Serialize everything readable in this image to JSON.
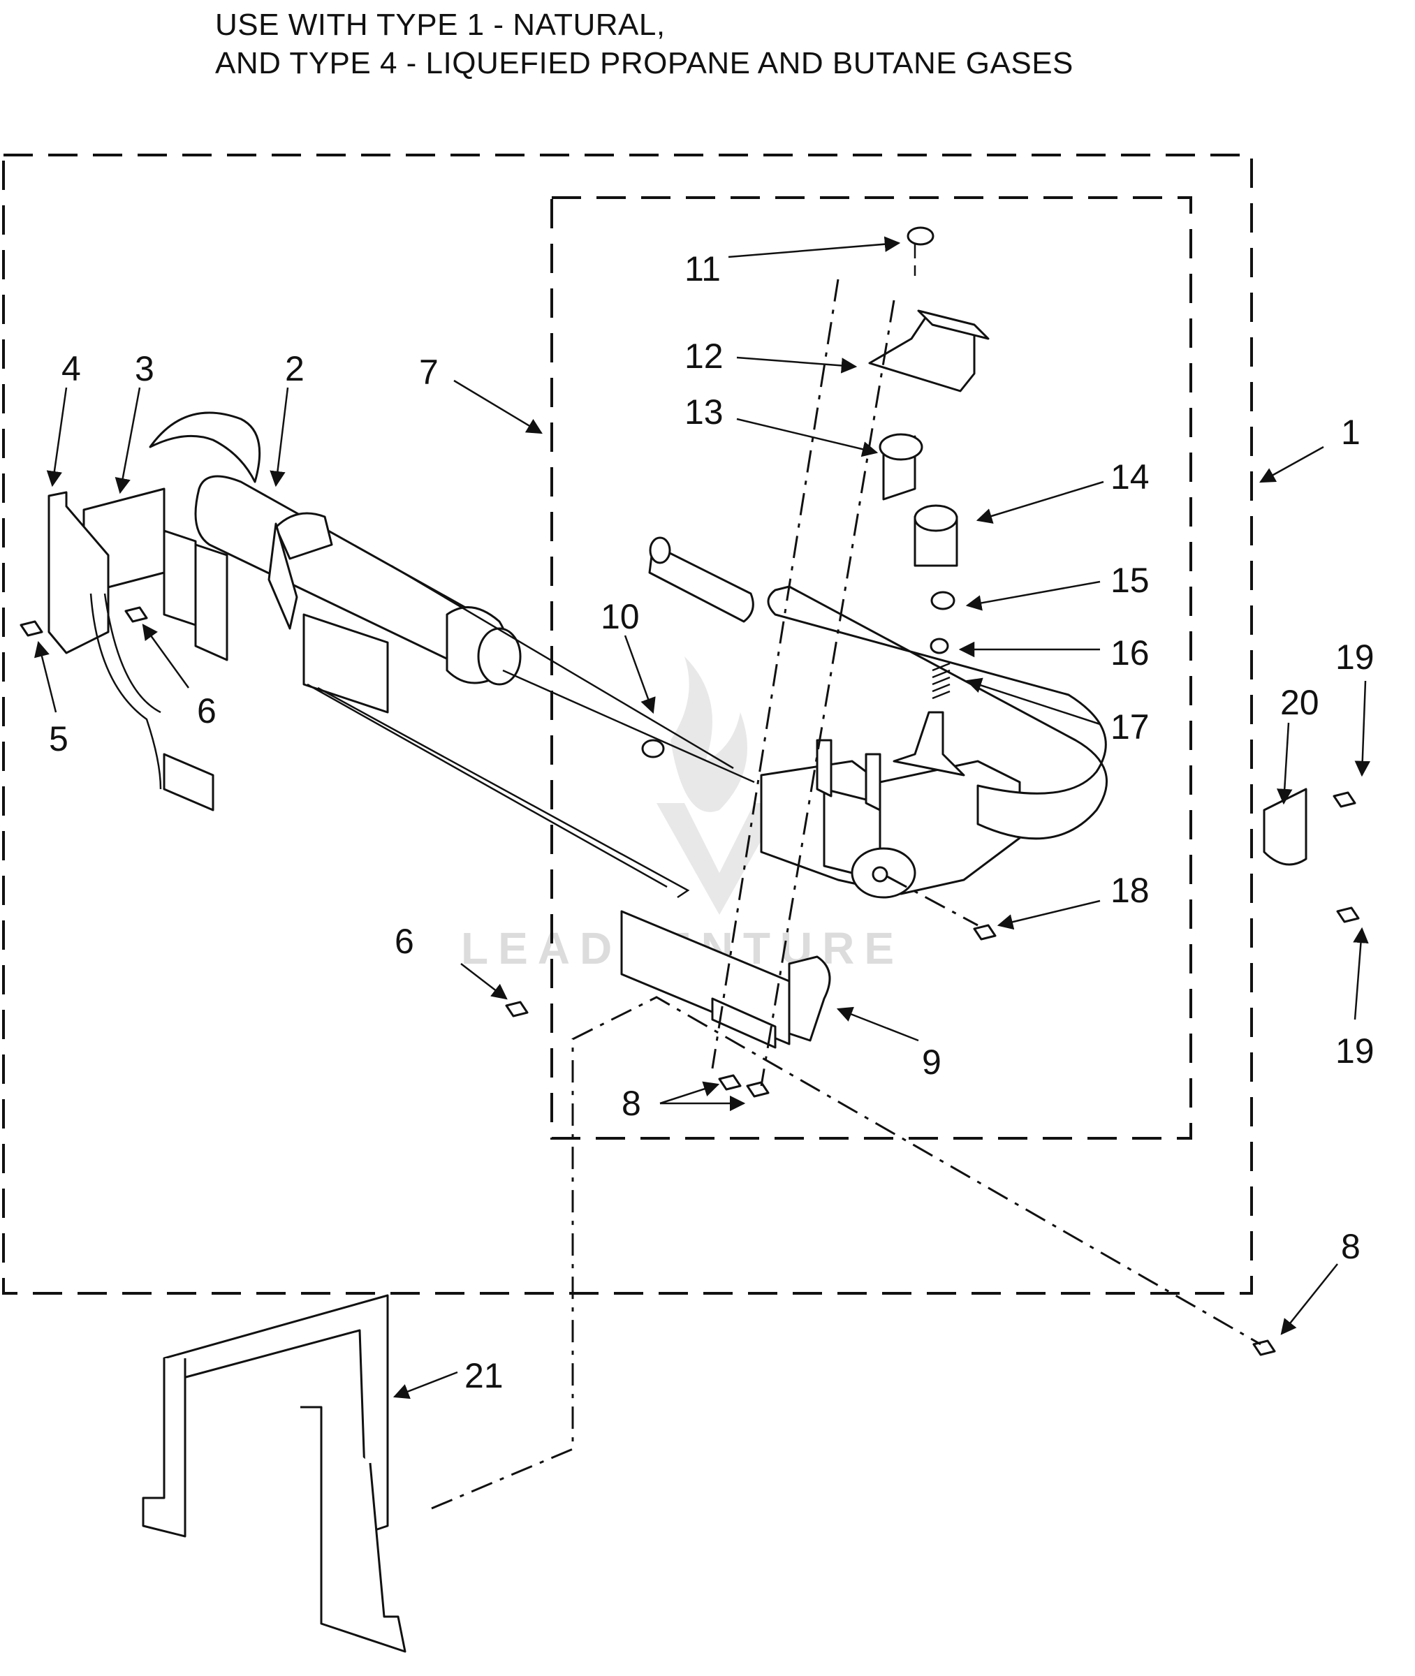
{
  "title": {
    "line1": "USE WITH TYPE 1 - NATURAL,",
    "line2": "AND TYPE 4 - LIQUEFIED PROPANE AND BUTANE GASES"
  },
  "watermark": "LEADVENTURE",
  "callouts": {
    "c1": "1",
    "c2": "2",
    "c3": "3",
    "c4": "4",
    "c5": "5",
    "c6a": "6",
    "c6b": "6",
    "c7": "7",
    "c8a": "8",
    "c8b": "8",
    "c9": "9",
    "c10": "10",
    "c11": "11",
    "c12": "12",
    "c13": "13",
    "c14": "14",
    "c15": "15",
    "c16": "16",
    "c17": "17",
    "c18": "18",
    "c19a": "19",
    "c19b": "19",
    "c20": "20",
    "c21": "21"
  }
}
